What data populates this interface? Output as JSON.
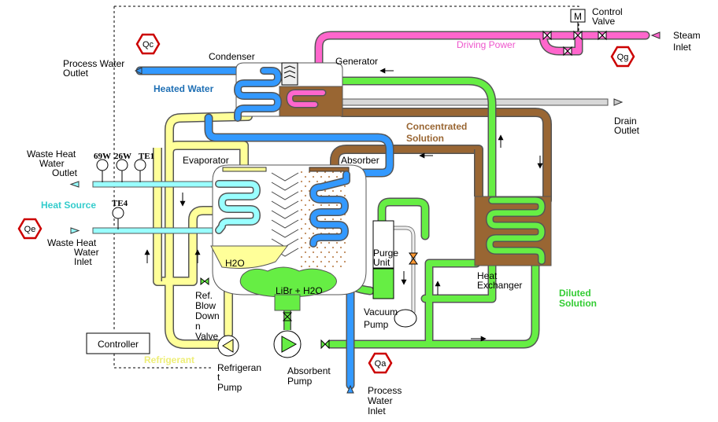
{
  "labels": {
    "process_water_outlet": [
      "Process Water",
      "Outlet"
    ],
    "condenser": "Condenser",
    "generator": "Generator",
    "control_valve": [
      "Control",
      "Valve"
    ],
    "valve_m": "M",
    "steam_inlet": [
      "Steam",
      "Inlet"
    ],
    "driving_power": "Driving Power",
    "heated_water": "Heated Water",
    "drain_outlet": [
      "Drain",
      "Outlet"
    ],
    "concentrated_solution": [
      "Concentrated",
      "Solution"
    ],
    "waste_heat_water_outlet": [
      "Waste Heat",
      "Water",
      "Outlet"
    ],
    "evaporator": "Evaporator",
    "absorber": "Absorber",
    "heat_source": "Heat Source",
    "waste_heat_water_inlet": [
      "Waste Heat",
      "Water",
      "Inlet"
    ],
    "h2o": "H2O",
    "libr_h2o": "LiBr + H2O",
    "purge_unit": [
      "Purge",
      "Unit"
    ],
    "heat_exchanger": [
      "Heat",
      "Exchanger"
    ],
    "diluted_solution": [
      "Diluted",
      "Solution"
    ],
    "vacuum_pump": [
      "Vacuum",
      "Pump"
    ],
    "ref_blow_down_valve": [
      "Ref.",
      "Blow",
      "Down",
      "n",
      "Valve"
    ],
    "controller": "Controller",
    "refrigerant": "Refrigerant",
    "refrigerant_pump": [
      "Refrigeran",
      "t",
      "Pump"
    ],
    "absorbent_pump": [
      "Absorbent",
      "Pump"
    ],
    "process_water_inlet": [
      "Process",
      "Water",
      "Inlet"
    ]
  },
  "sensors": {
    "gauge_69w": "69W",
    "gauge_26w": "26W",
    "gauge_te1": "TE1",
    "gauge_te4": "TE4"
  },
  "heat_flows": {
    "qc": "Qc",
    "qg": "Qg",
    "qe": "Qe",
    "qa": "Qa"
  },
  "colors": {
    "pink": "#ff66cc",
    "blue": "#3399ff",
    "green": "#66ee44",
    "brown": "#996633",
    "yellow": "#ffff99",
    "cyan": "#99ffff",
    "red_hex": "#cc0000",
    "heated_water_text": "#1e6fb4",
    "driving_power_text": "#ee55cc",
    "concentrated_text": "#996633",
    "heat_source_text": "#33cccc",
    "diluted_text": "#33cc33",
    "refrigerant_text": "#eeee77"
  }
}
